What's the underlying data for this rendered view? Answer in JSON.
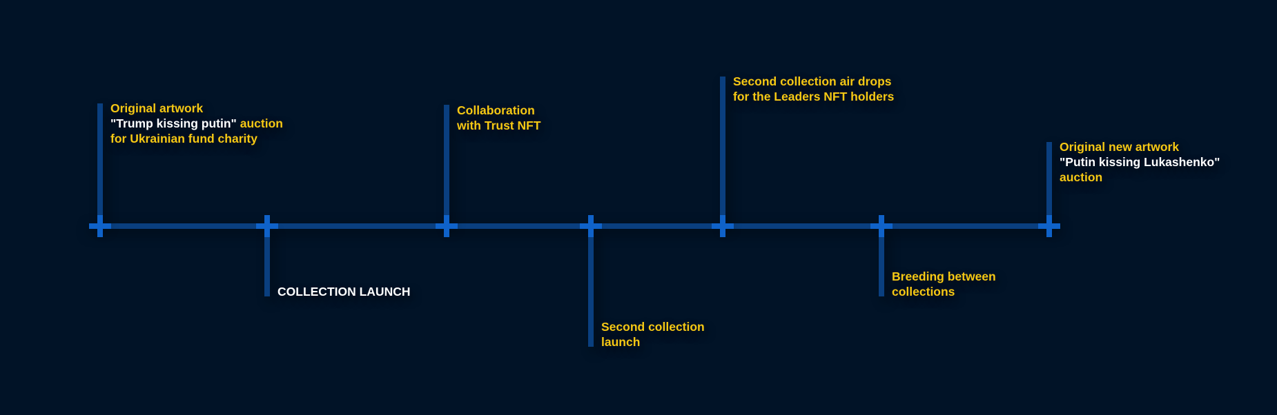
{
  "colors": {
    "background": "#011327",
    "line": "#0a3f7f",
    "marker": "#0f62c9",
    "accent_yellow": "#f6c814",
    "text_white": "#ffffff"
  },
  "milestones": [
    {
      "lines": [
        [
          {
            "text": "Original artwork",
            "color": "yellow"
          }
        ],
        [
          {
            "text": "\"Trump kissing putin\" ",
            "color": "white"
          },
          {
            "text": "auction",
            "color": "yellow"
          }
        ],
        [
          {
            "text": "for Ukrainian fund charity",
            "color": "yellow"
          }
        ]
      ]
    },
    {
      "lines": [
        [
          {
            "text": "COLLECTION LAUNCH",
            "color": "white"
          }
        ]
      ]
    },
    {
      "lines": [
        [
          {
            "text": "Collaboration",
            "color": "yellow"
          }
        ],
        [
          {
            "text": "with Trust NFT",
            "color": "yellow"
          }
        ]
      ]
    },
    {
      "lines": [
        [
          {
            "text": "Second collection",
            "color": "yellow"
          }
        ],
        [
          {
            "text": "launch",
            "color": "yellow"
          }
        ]
      ]
    },
    {
      "lines": [
        [
          {
            "text": "Second collection air drops",
            "color": "yellow"
          }
        ],
        [
          {
            "text": "for the Leaders NFT holders",
            "color": "yellow"
          }
        ]
      ]
    },
    {
      "lines": [
        [
          {
            "text": "Breeding between",
            "color": "yellow"
          }
        ],
        [
          {
            "text": "collections",
            "color": "yellow"
          }
        ]
      ]
    },
    {
      "lines": [
        [
          {
            "text": "Original new artwork",
            "color": "yellow"
          }
        ],
        [
          {
            "text": "\"Putin kissing Lukashenko\"",
            "color": "white"
          }
        ],
        [
          {
            "text": "auction",
            "color": "yellow"
          }
        ]
      ]
    }
  ]
}
